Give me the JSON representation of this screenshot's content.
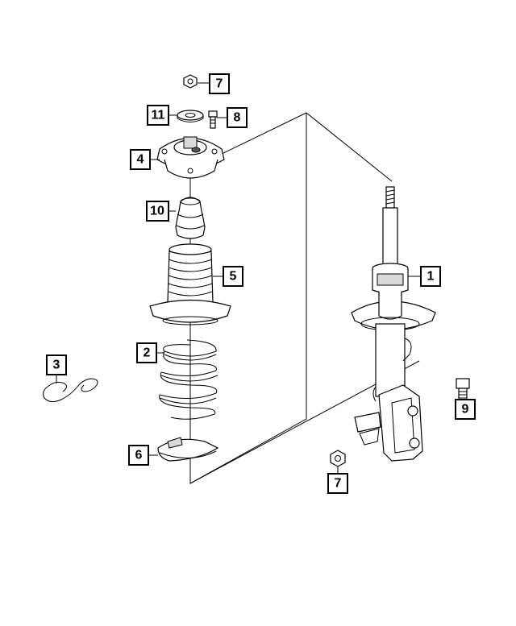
{
  "callouts": [
    {
      "id": "c7a",
      "label": "7"
    },
    {
      "id": "c11",
      "label": "11"
    },
    {
      "id": "c8",
      "label": "8"
    },
    {
      "id": "c4",
      "label": "4"
    },
    {
      "id": "c10",
      "label": "10"
    },
    {
      "id": "c5",
      "label": "5"
    },
    {
      "id": "c2",
      "label": "2"
    },
    {
      "id": "c3",
      "label": "3"
    },
    {
      "id": "c6",
      "label": "6"
    },
    {
      "id": "c1",
      "label": "1"
    },
    {
      "id": "c9",
      "label": "9"
    },
    {
      "id": "c7b",
      "label": "7"
    }
  ]
}
